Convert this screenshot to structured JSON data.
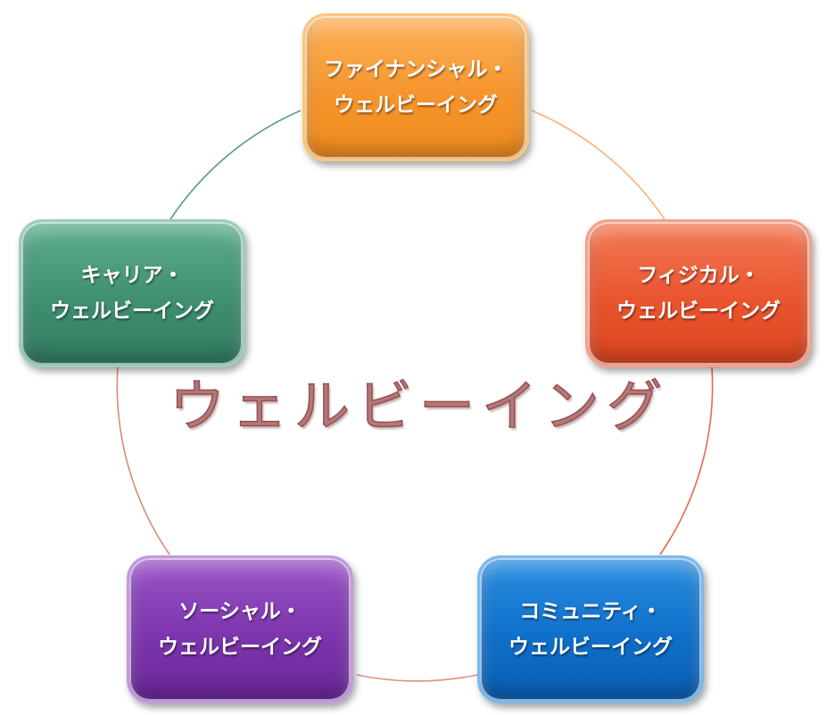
{
  "title": "ウェルビーイング",
  "nodes": [
    {
      "id": "financial",
      "line1": "ファイナンシャル・",
      "line2": "ウェルビーイング",
      "color": "#f6952c"
    },
    {
      "id": "physical",
      "line1": "フィジカル・",
      "line2": "ウェルビーイング",
      "color": "#e9542e"
    },
    {
      "id": "community",
      "line1": "コミュニティ・",
      "line2": "ウェルビーイング",
      "color": "#0f6fca"
    },
    {
      "id": "social",
      "line1": "ソーシャル・",
      "line2": "ウェルビーイング",
      "color": "#7c35ad"
    },
    {
      "id": "career",
      "line1": "キャリア・",
      "line2": "ウェルビーイング",
      "color": "#3f8f70"
    }
  ],
  "ring_colors": [
    "#f7a25a",
    "#e56b53",
    "#d98a7a",
    "#5a9d86"
  ],
  "title_color": "#9c4d4d"
}
